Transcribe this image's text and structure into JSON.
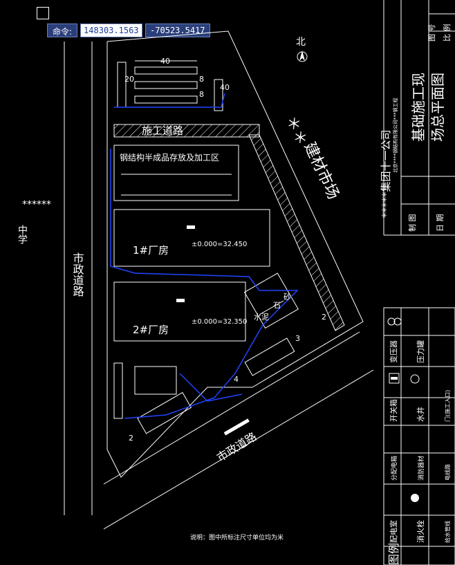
{
  "command_bar": {
    "label": "命令:",
    "x_value": "148303.1563",
    "y_value": "-70523.5417"
  },
  "plan": {
    "north_label": "北",
    "road_construction": "施工道路",
    "steel_yard": "钢结构半成品存放及加工区",
    "factory1": "1#厂房",
    "factory1_elev": "±0.000=32.450",
    "factory2": "2#厂房",
    "factory2_elev": "±0.000=32.350",
    "school_stars": "******",
    "school": "中学",
    "road_municipal_left": "市政道路",
    "road_municipal_bottom": "市政道路",
    "market_stars": "＊＊",
    "market": "建材市场",
    "cement": "水泥",
    "stone": "石",
    "sand": "砂",
    "dim_40_top": "40",
    "dim_20": "20",
    "dim_8a": "8",
    "dim_8b": "8",
    "dim_40_right": "40",
    "num_2a": "2",
    "num_3": "3",
    "num_4": "4",
    "num_2b": "2",
    "note": "说明：图中所标注尺寸单位均为米"
  },
  "title_block": {
    "company": "*****集团十一公司",
    "drawing_title_1": "基础施工现",
    "drawing_title_2": "场总平面图",
    "small_company": "北京****钢结构有限公司***钢工程",
    "fig_no": "图 号",
    "scale": "比 例",
    "draw": "制 图",
    "date": "日 期"
  },
  "legend": {
    "transformer": "变压器",
    "pressure_tank": "压力罐",
    "switch_box": "开关箱",
    "well": "水井",
    "gate": "门(施工入口)",
    "distribution_box": "分配电箱",
    "fire_device": "消防器材",
    "power_line": "电线路",
    "hydrant": "消火栓",
    "water_pipe": "给水管线",
    "duty_room": "配电室",
    "legend_title": "图例"
  }
}
